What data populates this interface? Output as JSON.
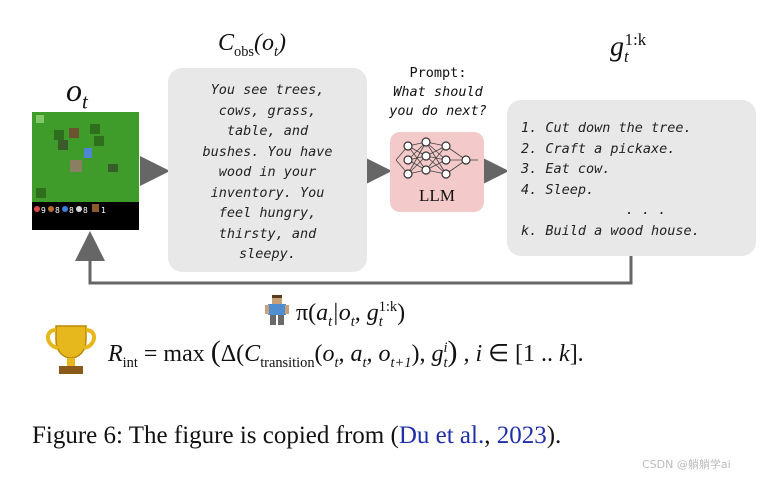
{
  "labels": {
    "observation": "o_t",
    "obs_caption": "C_obs(o_t)",
    "goals": "g_t^{1:k}"
  },
  "observation_text": [
    "You see trees,",
    "cows, grass,",
    "table, and",
    "bushes. You have",
    "wood in your",
    "inventory. You",
    "feel hungry,",
    "thirsty, and",
    "sleepy."
  ],
  "prompt": {
    "heading": "Prompt:",
    "question_lines": [
      "What should",
      "you do next?"
    ]
  },
  "llm_label": "LLM",
  "plan": [
    "1. Cut down the tree.",
    "2. Craft a pickaxe.",
    "3. Eat cow.",
    "4. Sleep.",
    ". . .",
    "k. Build a wood house."
  ],
  "hud": {
    "health": "9",
    "food": "8",
    "drink": "8",
    "energy": "8",
    "wood": "1"
  },
  "policy": "π(a_t|o_t, g_t^{1:k})",
  "reward": "R_int = max (Δ(C_transition(o_t, a_t, o_t+1), g_t^i) , i ∈ [1 .. k].",
  "caption": {
    "prefix": "Figure 6: The figure is copied from (",
    "author": "Du et al.",
    "sep": ", ",
    "year": "2023",
    "suffix": ")."
  },
  "watermark": "CSDN @躺躺学ai",
  "colors": {
    "obs_box": "#e8e8e8",
    "llm_box": "#f4c9c9",
    "arrow": "#666666",
    "citation": "#1f2fa8"
  }
}
